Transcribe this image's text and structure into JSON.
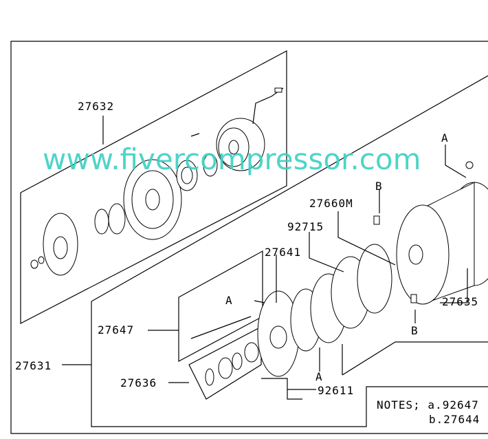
{
  "labels": {
    "p27632": "27632",
    "p27660M": "27660M",
    "p92715": "92715",
    "p27641": "27641",
    "p27635": "27635",
    "p27647": "27647",
    "p27631": "27631",
    "p27636": "27636",
    "p92611": "92611",
    "a1": "A",
    "a2": "A",
    "a3": "A",
    "b1": "B",
    "b2": "B"
  },
  "notes": {
    "line1": "NOTES; a.92647",
    "line2": "b.27644"
  },
  "watermark": "www.fivercompressor.com"
}
